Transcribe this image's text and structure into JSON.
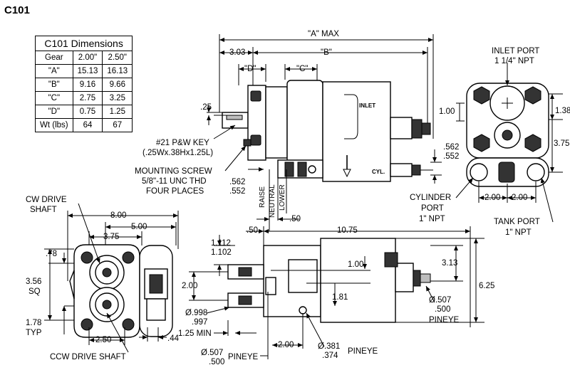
{
  "title": "C101",
  "table": {
    "caption": "C101 Dimensions",
    "header": [
      "Gear",
      "2.00\"",
      "2.50\""
    ],
    "rows": [
      [
        "\"A\"",
        "15.13",
        "16.13"
      ],
      [
        "\"B\"",
        "9.16",
        "9.66"
      ],
      [
        "\"C\"",
        "2.75",
        "3.25"
      ],
      [
        "\"D\"",
        "0.75",
        "1.25"
      ],
      [
        "Wt (lbs)",
        "64",
        "67"
      ]
    ]
  },
  "labels": {
    "a_max": "\"A\" MAX",
    "b": "\"B\"",
    "c": "\"C\"",
    "d": "\"D\"",
    "d303": "3.03",
    "d25": ".25",
    "key1": "#21 P&W KEY",
    "key2": "(.25Wx.38Hx1.25L)",
    "ms1": "MOUNTING SCREW",
    "ms2": "5/8\"-11 UNC THD",
    "ms3": "FOUR PLACES",
    "d562a": ".562",
    "d552a": ".552",
    "raise": "RAISE",
    "neutral": "NEUTRAL",
    "lower": "LOWER",
    "d50a": ".50",
    "d562b": ".562",
    "d552b": ".552",
    "inlet1": "INLET PORT",
    "inlet2": "1 1/4\" NPT",
    "d100r": "1.00",
    "d138": "1.38",
    "d375r": "3.75",
    "cyl1": "CYLINDER",
    "cyl2": "PORT",
    "cyl3": "1\" NPT",
    "d200a": "2.00",
    "d200b": "2.00",
    "tank1": "TANK PORT",
    "tank2": "1\" NPT",
    "cw1": "CW DRIVE",
    "cw2": "SHAFT",
    "d800": "8.00",
    "d500": "5.00",
    "d375b": "3.75",
    "d78": ".78",
    "d356": "3.56",
    "sq": "SQ",
    "d178": "1.78",
    "typ": "TYP",
    "d250": "2.50",
    "d44": ".44",
    "ccw": "CCW DRIVE SHAFT",
    "d50b": ".50",
    "d1075": "10.75",
    "d1112": "1.112",
    "d1102": "1.102",
    "d200c": "2.00",
    "d100c": "1.00",
    "d181": "1.81",
    "d313": "3.13",
    "d625": "6.25",
    "d998": "Ø.998",
    "d997": ".997",
    "d125": "1.25 MIN",
    "d507a": "Ø.507",
    "d500a": ".500",
    "pineye1": "PINEYE",
    "d507b": "Ø.507",
    "d500b": ".500",
    "pineye2": "PINEYE",
    "d200d": "2.00",
    "d381": "Ø.381",
    "d374": ".374",
    "pineye3": "PINEYE",
    "inlet_tag": "INLET",
    "cyl_tag": "CYL."
  }
}
